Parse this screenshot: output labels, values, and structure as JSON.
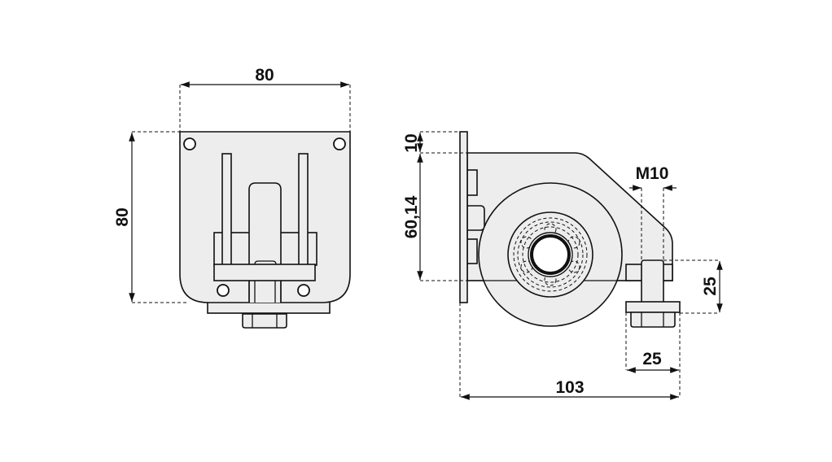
{
  "front_view": {
    "width_label": "80",
    "height_label": "80"
  },
  "side_view": {
    "plate_thickness_label": "10",
    "body_height_label": "60,14",
    "thread_label": "M10",
    "bolt_height_label": "25",
    "bolt_width_label": "25",
    "total_depth_label": "103"
  },
  "colors": {
    "part_fill": "#ededed",
    "line": "#111111"
  }
}
